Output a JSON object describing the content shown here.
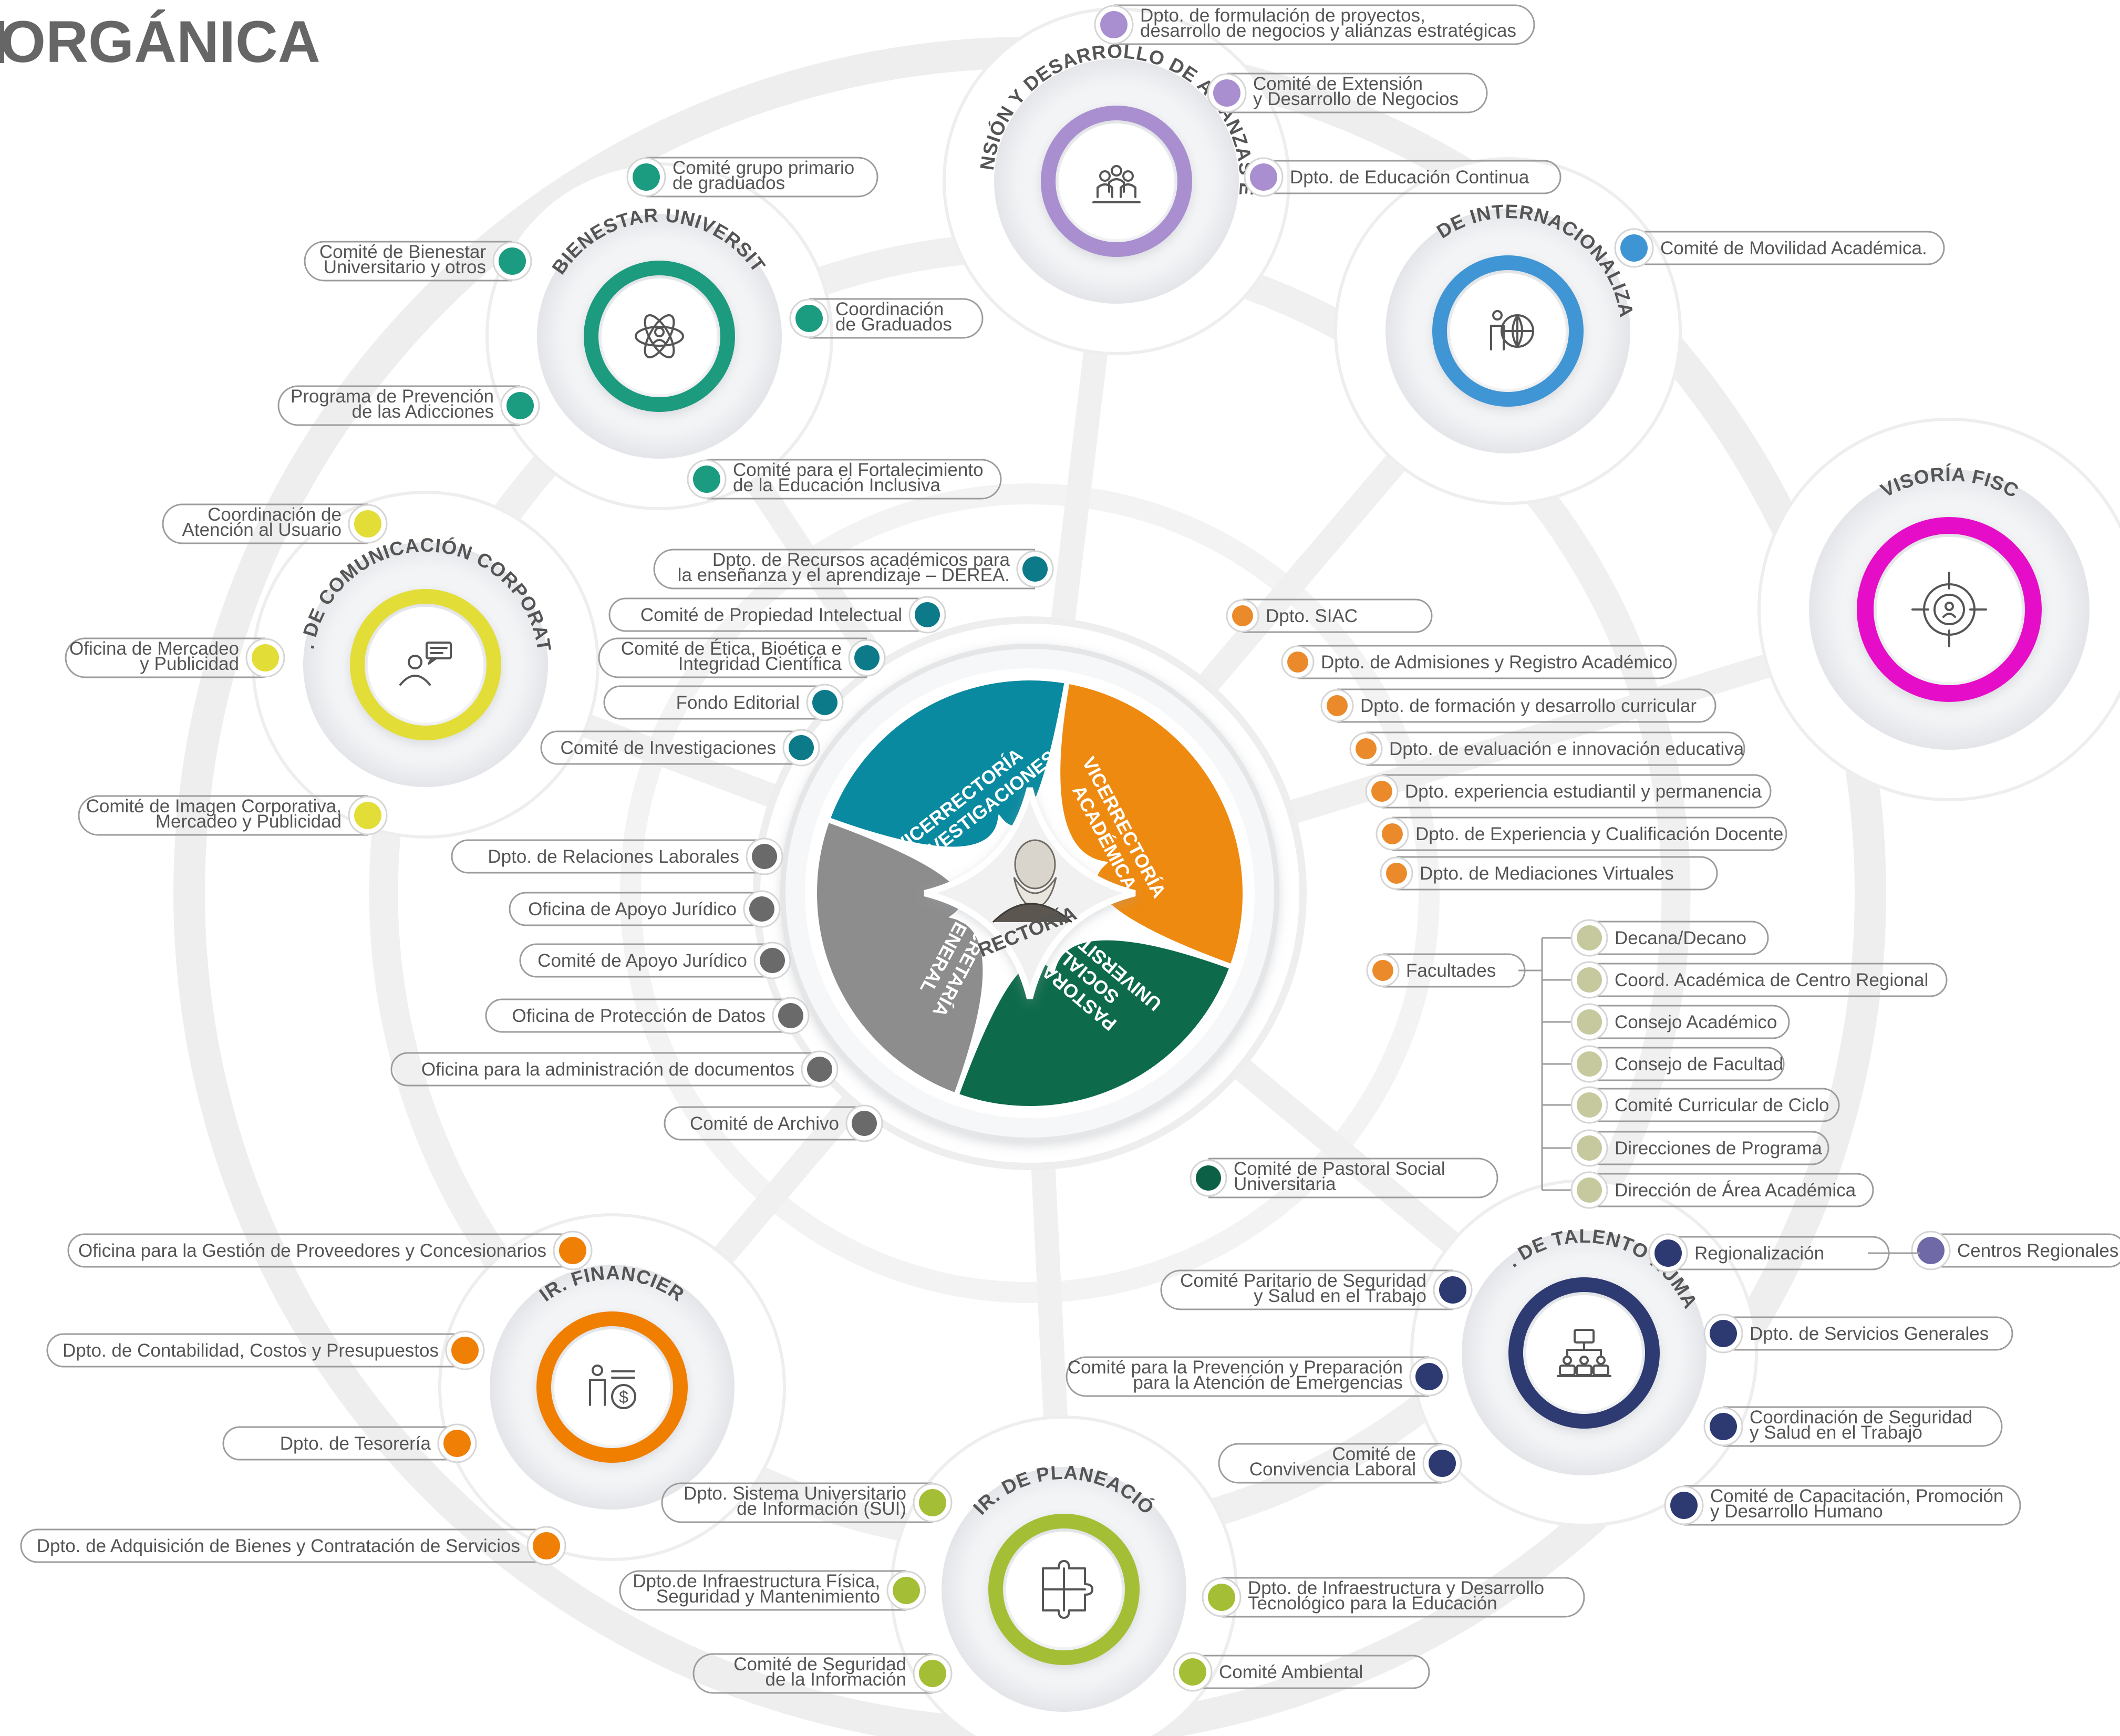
{
  "title": "ORGÁNICA",
  "colors": {
    "teal": "#1b9b7f",
    "lavender": "#a98fd0",
    "blue": "#3f95d4",
    "magenta": "#e611c8",
    "yellow": "#e3dd37",
    "petrol": "#0d7a8a",
    "orange_soft": "#ea8a2a",
    "orange": "#f07f06",
    "gray": "#7c7c7c",
    "dark_green": "#0c6046",
    "navy": "#2d3a72",
    "lime": "#a4bf35",
    "sage": "#c5c99d",
    "purple_slate": "#6f69a7"
  },
  "center": {
    "rectoria": "RECTORÍA",
    "quadrants": [
      {
        "lines": [
          "VICERRECTORÍA",
          "DE INVESTIGACIONES"
        ],
        "color": "#0a8aa0"
      },
      {
        "lines": [
          "VICERRECTORÍA",
          "ACADÉMICA"
        ],
        "color": "#ef8a10"
      },
      {
        "lines": [
          "PASTORAL",
          "SOCIAL",
          "UNIVERSITARIA"
        ],
        "color": "#0d6b4b"
      },
      {
        "lines": [
          "SECRETARÍA",
          "GENERAL"
        ],
        "color": "#8d8d8d"
      }
    ]
  },
  "units": [
    {
      "id": "bienestar",
      "title": "DIR. BIENESTAR UNIVERSITARIO",
      "icon": "atom-person-icon",
      "color": "#1b9b7f",
      "items": [
        {
          "lines": [
            "Comité grupo primario",
            "de graduados"
          ],
          "side": "right"
        },
        {
          "lines": [
            "Comité de Bienestar",
            "Universitario y otros"
          ],
          "side": "left"
        },
        {
          "lines": [
            "Coordinación",
            "de Graduados"
          ],
          "side": "right"
        },
        {
          "lines": [
            "Programa de Prevención",
            "de las Adicciones"
          ],
          "side": "left"
        },
        {
          "lines": [
            "Comité para el Fortalecimiento",
            "de la Educación Inclusiva"
          ],
          "side": "right"
        }
      ]
    },
    {
      "id": "extension",
      "title": "DIR. DE EXTENSIÓN Y DESARROLLO DE ALIANZAS ESTRATÉGICAS",
      "icon": "group-people-icon",
      "color": "#a98fd0",
      "items": [
        {
          "lines": [
            "Dpto. de formulación de proyectos,",
            "desarrollo de negocios y alianzas estratégicas"
          ],
          "side": "right"
        },
        {
          "lines": [
            "Comité de Extensión",
            "y Desarrollo de Negocios"
          ],
          "side": "right"
        },
        {
          "lines": [
            "Dpto. de Educación Continua"
          ],
          "side": "right"
        }
      ]
    },
    {
      "id": "internacionalizacion",
      "title": "DIR. DE INTERNACIONALIZACIÓN",
      "icon": "person-globe-icon",
      "color": "#3f95d4",
      "items": [
        {
          "lines": [
            "Comité de Movilidad Académica."
          ],
          "side": "right"
        }
      ]
    },
    {
      "id": "revisoria",
      "title": "REVISORÍA FISCAL",
      "icon": "target-person-icon",
      "color": "#e611c8",
      "items": []
    },
    {
      "id": "comunicacion",
      "title": "DIR. DE COMUNICACIÓN CORPORATIVA",
      "icon": "presenter-chat-icon",
      "color": "#e3dd37",
      "items": [
        {
          "lines": [
            "Coordinación de",
            "Atención al Usuario"
          ],
          "side": "left"
        },
        {
          "lines": [
            "Oficina de Mercadeo",
            "y Publicidad"
          ],
          "side": "left"
        },
        {
          "lines": [
            "Comité de Imagen Corporativa,",
            "Mercadeo y Publicidad"
          ],
          "side": "left"
        }
      ]
    },
    {
      "id": "financiera",
      "title": "DIR.  FINANCIERA",
      "icon": "person-money-icon",
      "color": "#f07f06",
      "items": [
        {
          "lines": [
            "Oficina para la Gestión de Proveedores y Concesionarios"
          ],
          "side": "left"
        },
        {
          "lines": [
            "Dpto. de Contabilidad, Costos y Presupuestos"
          ],
          "side": "left"
        },
        {
          "lines": [
            "Dpto. de Tesorería"
          ],
          "side": "left"
        },
        {
          "lines": [
            "Dpto. de Adquisición de Bienes y Contratación de Servicios"
          ],
          "side": "left"
        }
      ]
    },
    {
      "id": "planeacion",
      "title": "DIR. DE PLANEACIÓN",
      "icon": "puzzle-icon",
      "color": "#a4bf35",
      "items": [
        {
          "lines": [
            "Dpto. Sistema Universitario",
            "de Información (SUI)"
          ],
          "side": "left"
        },
        {
          "lines": [
            "Dpto.de Infraestructura Física,",
            "Seguridad y Mantenimiento"
          ],
          "side": "left"
        },
        {
          "lines": [
            "Comité de Seguridad",
            "de la Información"
          ],
          "side": "left"
        },
        {
          "lines": [
            "Dpto. de Infraestructura y Desarrollo",
            "Tecnológico para la Educación"
          ],
          "side": "right"
        },
        {
          "lines": [
            "Comité Ambiental"
          ],
          "side": "right"
        }
      ]
    },
    {
      "id": "talento",
      "title": "DIR. DE TALENTO HUMANO",
      "icon": "team-network-icon",
      "color": "#2d3a72",
      "items": [
        {
          "lines": [
            "Regionalización"
          ],
          "side": "right"
        },
        {
          "lines": [
            "Comité Paritario de Seguridad",
            "y Salud en el Trabajo"
          ],
          "side": "left"
        },
        {
          "lines": [
            "Dpto. de Servicios Generales"
          ],
          "side": "right"
        },
        {
          "lines": [
            "Comité para la Prevención y Preparación",
            "para la Atención de Emergencias"
          ],
          "side": "left"
        },
        {
          "lines": [
            "Coordinación de Seguridad",
            "y Salud en el Trabajo"
          ],
          "side": "right"
        },
        {
          "lines": [
            "Comité de",
            "Convivencia Laboral"
          ],
          "side": "left"
        },
        {
          "lines": [
            "Comité de Capacitación, Promoción",
            "y Desarrollo Humano"
          ],
          "side": "right"
        },
        {
          "lines": [
            "Centros Regionales"
          ],
          "side": "right"
        }
      ]
    }
  ],
  "investigaciones_items": [
    {
      "lines": [
        "Dpto. de Recursos académicos para",
        "la enseñanza y el aprendizaje – DEREA."
      ]
    },
    {
      "lines": [
        "Comité de Propiedad Intelectual"
      ]
    },
    {
      "lines": [
        "Comité de Ética, Bioética e",
        "Integridad Científica"
      ]
    },
    {
      "lines": [
        "Fondo Editorial"
      ]
    },
    {
      "lines": [
        "Comité de Investigaciones"
      ]
    }
  ],
  "academica_items": [
    {
      "lines": [
        "Dpto. SIAC"
      ]
    },
    {
      "lines": [
        "Dpto. de Admisiones y Registro Académico"
      ]
    },
    {
      "lines": [
        "Dpto. de formación y desarrollo curricular"
      ]
    },
    {
      "lines": [
        "Dpto. de evaluación e innovación educativa"
      ]
    },
    {
      "lines": [
        "Dpto. experiencia estudiantil y permanencia"
      ]
    },
    {
      "lines": [
        "Dpto. de Experiencia y Cualificación Docente"
      ]
    },
    {
      "lines": [
        "Dpto. de Mediaciones Virtuales"
      ]
    },
    {
      "lines": [
        "Facultades"
      ]
    }
  ],
  "facultades_items": [
    {
      "lines": [
        "Decana/Decano"
      ]
    },
    {
      "lines": [
        "Coord. Académica de Centro Regional"
      ]
    },
    {
      "lines": [
        "Consejo Académico"
      ]
    },
    {
      "lines": [
        "Consejo de Facultad"
      ]
    },
    {
      "lines": [
        "Comité Curricular de Ciclo"
      ]
    },
    {
      "lines": [
        "Direcciones de Programa"
      ]
    },
    {
      "lines": [
        "Dirección de Área Académica"
      ]
    }
  ],
  "secretaria_items": [
    {
      "lines": [
        "Dpto. de Relaciones Laborales"
      ]
    },
    {
      "lines": [
        "Oficina de Apoyo Jurídico"
      ]
    },
    {
      "lines": [
        "Comité de Apoyo Jurídico"
      ]
    },
    {
      "lines": [
        "Oficina de Protección de Datos"
      ]
    },
    {
      "lines": [
        "Oficina para la administración de documentos"
      ]
    },
    {
      "lines": [
        "Comité de Archivo"
      ]
    }
  ],
  "pastoral_items": [
    {
      "lines": [
        "Comité de Pastoral Social",
        "Universitaria"
      ]
    }
  ]
}
